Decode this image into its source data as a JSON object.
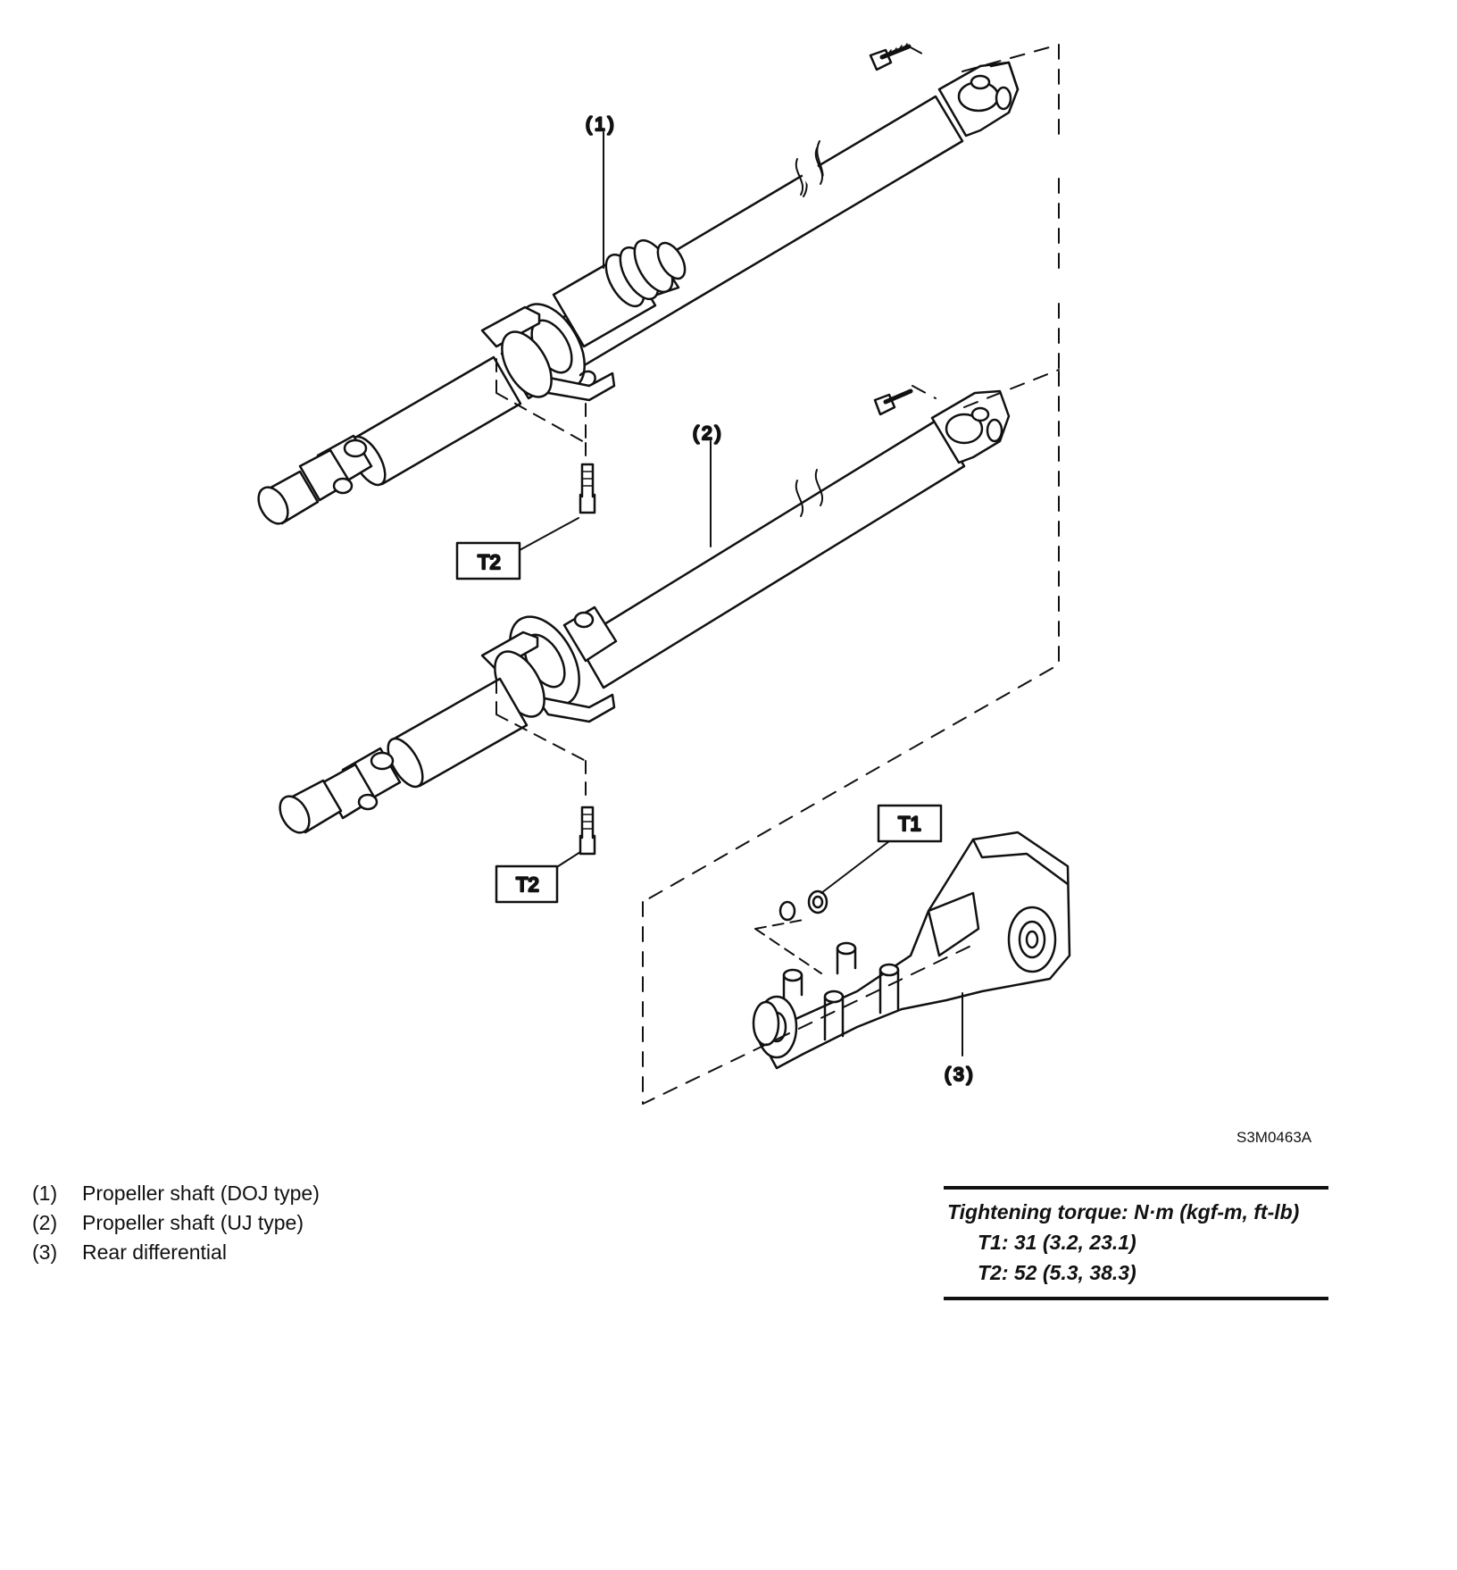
{
  "callouts": {
    "c1": "(1)",
    "c2": "(2)",
    "c3": "(3)"
  },
  "torque_tags": {
    "t2_upper": "T2",
    "t2_lower": "T2",
    "t1": "T1"
  },
  "figure_id": "S3M0463A",
  "legend": [
    {
      "num": "(1)",
      "text": "Propeller shaft (DOJ type)"
    },
    {
      "num": "(2)",
      "text": "Propeller shaft (UJ type)"
    },
    {
      "num": "(3)",
      "text": "Rear differential"
    }
  ],
  "torque": {
    "title": "Tightening torque: N·m (kgf-m, ft-lb)",
    "rows": [
      "T1: 31 (3.2, 23.1)",
      "T2: 52 (5.3, 38.3)"
    ]
  }
}
